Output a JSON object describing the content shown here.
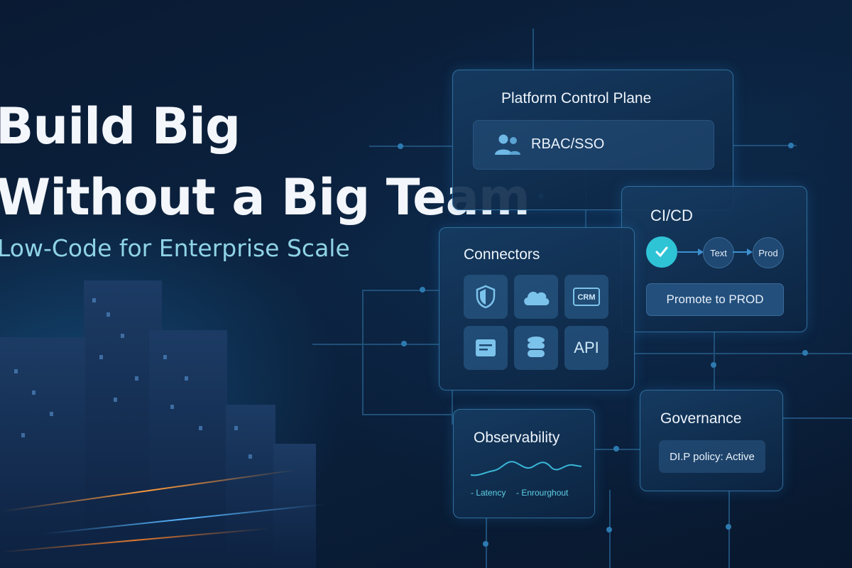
{
  "hero": {
    "title_line1": "Build Big",
    "title_line2": "Without a Big Team",
    "subtitle": "Low-Code for Enterprise Scale"
  },
  "control_plane": {
    "title": "Platform Control Plane",
    "item_label": "RBAC/SSO",
    "item_icon": "users-icon"
  },
  "cicd": {
    "title": "CI/CD",
    "steps": [
      "Text",
      "Prod"
    ],
    "button_label": "Promote to PROD",
    "check_color": "#2ec4d6"
  },
  "connectors": {
    "title": "Connectors",
    "tiles": [
      {
        "icon": "shield-icon"
      },
      {
        "icon": "cloud-icon"
      },
      {
        "icon": "crm-icon",
        "label": "CRM"
      },
      {
        "icon": "document-icon"
      },
      {
        "icon": "database-icon"
      },
      {
        "icon": "api-icon",
        "label": "API"
      }
    ]
  },
  "observability": {
    "title": "Observability",
    "legend": [
      "- Latency",
      "- Enrourghout"
    ]
  },
  "governance": {
    "title": "Governance",
    "status": "DI.P policy: Active"
  },
  "colors": {
    "accent": "#2ec4d6",
    "panel_border": "#2f6f9e",
    "background": "#0b2340"
  }
}
